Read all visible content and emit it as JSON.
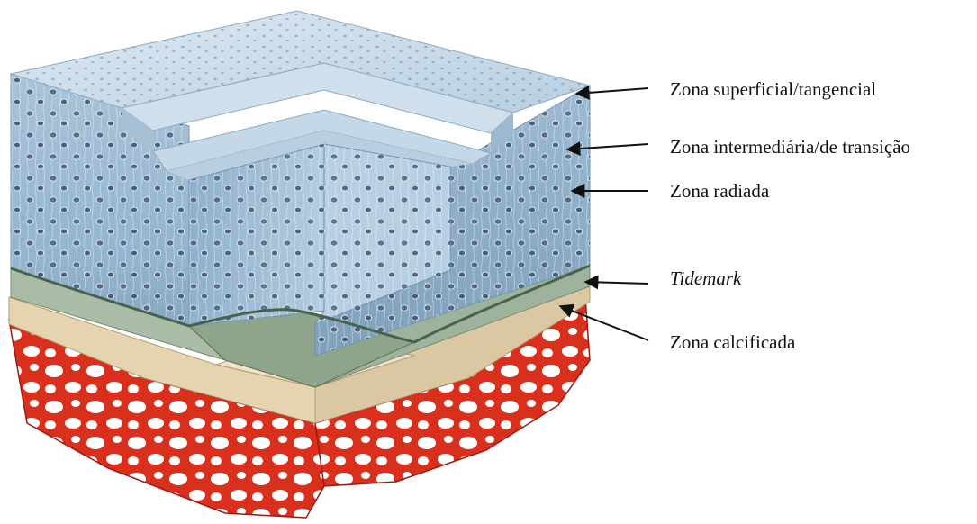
{
  "labels": [
    {
      "id": "superficial",
      "text": "Zona superficial/tangencial",
      "italic": false
    },
    {
      "id": "intermediaria",
      "text": "Zona intermediária/de transição",
      "italic": false
    },
    {
      "id": "radiada",
      "text": "Zona radiada",
      "italic": false
    },
    {
      "id": "tidemark",
      "text": "Tidemark",
      "italic": true
    },
    {
      "id": "calcificada",
      "text": "Zona calcificada",
      "italic": false
    }
  ],
  "colors": {
    "cartilage": "#9fbfd6",
    "cartilage_light": "#c9dcea",
    "cartilage_dark": "#6f94b3",
    "calcified": "#b5c4b0",
    "subchondral": "#e8d8b8",
    "bone": "#d9301e",
    "bone_dark": "#9c1a10",
    "arrow": "#111111"
  }
}
